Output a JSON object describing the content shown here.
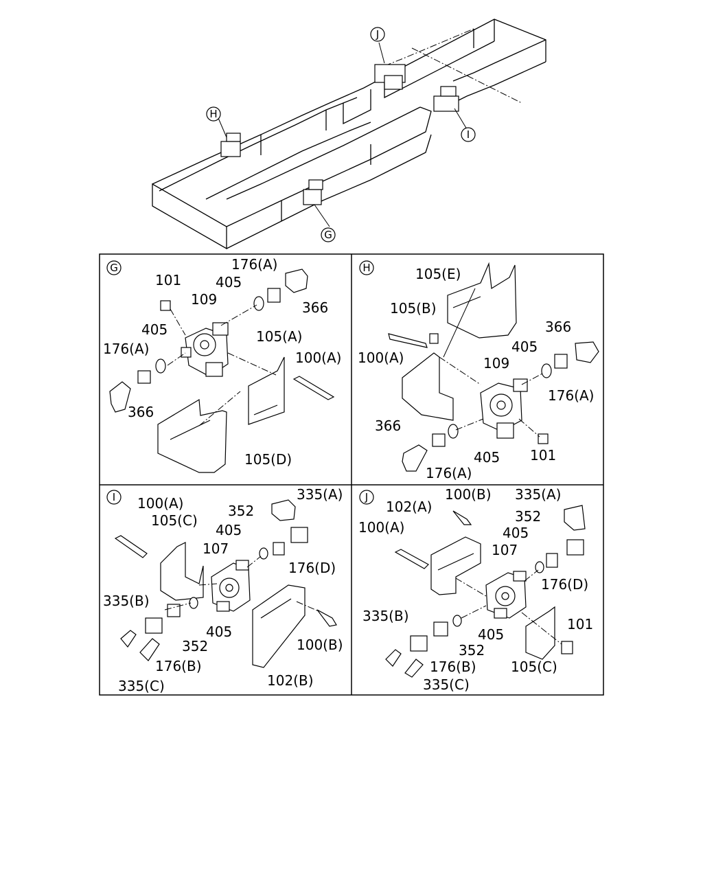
{
  "overview": {
    "markers": {
      "g": "G",
      "h": "H",
      "i": "I",
      "j": "J"
    }
  },
  "panels": {
    "g": {
      "marker": "G",
      "labels": {
        "p101": "101",
        "p109": "109",
        "p405a": "405",
        "p176a1": "176(A)",
        "p366a": "366",
        "p405b": "405",
        "p176a2": "176(A)",
        "p366b": "366",
        "p105a": "105(A)",
        "p100a": "100(A)",
        "p105d": "105(D)"
      }
    },
    "h": {
      "marker": "H",
      "labels": {
        "p105e": "105(E)",
        "p105b": "105(B)",
        "p100a": "100(A)",
        "p109": "109",
        "p405a": "405",
        "p366a": "366",
        "p176a1": "176(A)",
        "p366b": "366",
        "p405b": "405",
        "p176a2": "176(A)",
        "p101": "101"
      }
    },
    "i": {
      "marker": "I",
      "labels": {
        "p100a": "100(A)",
        "p105c": "105(C)",
        "p352a": "352",
        "p335a": "335(A)",
        "p405a": "405",
        "p107": "107",
        "p176d": "176(D)",
        "p335b": "335(B)",
        "p405b": "405",
        "p352b": "352",
        "p176b": "176(B)",
        "p100b": "100(B)",
        "p335c": "335(C)",
        "p102b": "102(B)"
      }
    },
    "j": {
      "marker": "J",
      "labels": {
        "p100b": "100(B)",
        "p335a": "335(A)",
        "p102a": "102(A)",
        "p352a": "352",
        "p100a": "100(A)",
        "p405a": "405",
        "p107": "107",
        "p176d": "176(D)",
        "p335b": "335(B)",
        "p101": "101",
        "p405b": "405",
        "p352b": "352",
        "p105c": "105(C)",
        "p176b": "176(B)",
        "p335c": "335(C)"
      }
    }
  }
}
